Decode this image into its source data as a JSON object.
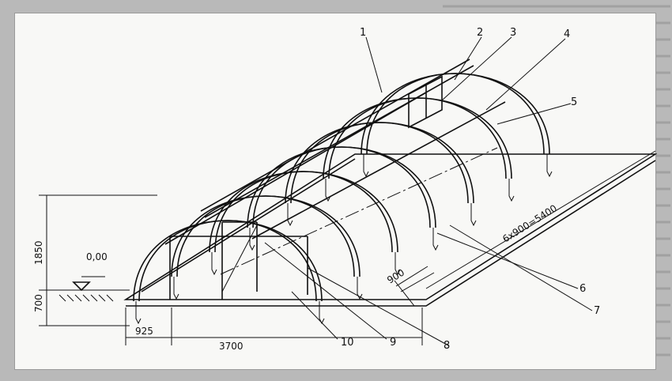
{
  "diagram": {
    "callouts": [
      "1",
      "2",
      "3",
      "4",
      "5",
      "6",
      "7",
      "8",
      "9",
      "10"
    ],
    "dimensions": {
      "height_arch": "1850",
      "height_depth": "700",
      "ground_level": "0,00",
      "offset": "925",
      "width": "3700",
      "spacing": "900",
      "length": "6x900=5400"
    }
  },
  "colors": {
    "paper": "#f8f8f6",
    "ink": "#111111",
    "background": "#b9b9b9"
  }
}
